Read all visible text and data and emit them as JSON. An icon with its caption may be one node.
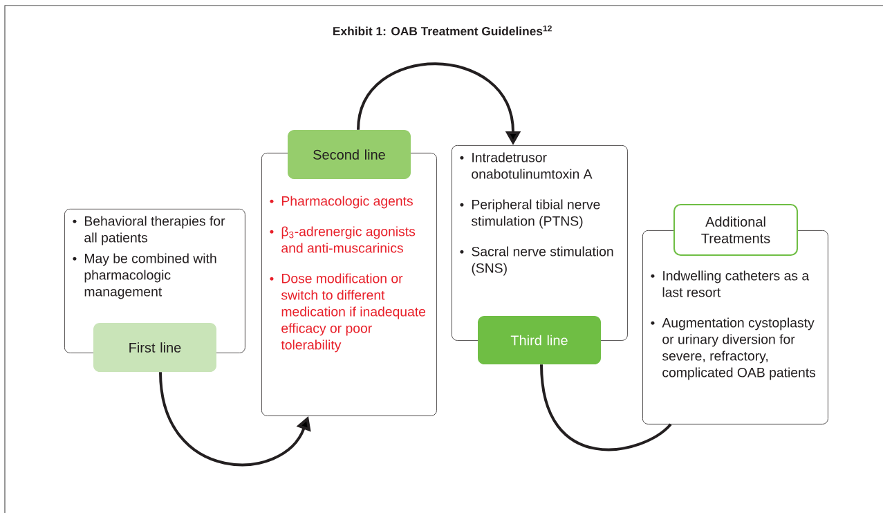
{
  "diagram": {
    "title": "Exhibit 1: OAB Treatment Guidelines$^{12}$",
    "nodes": [
      {
        "text": [
          "Behavioral therapies for all patients",
          "May be combined with pharmacologic management"
        ]
      },
      {
        "text": [
          "First line"
        ]
      },
      {
        "text": [
          "Second line"
        ]
      },
      {
        "text": [
          "Pharmacologic agents",
          "β$_{3}$-adrenergic agonists and anti-muscarinics",
          "Dose modification or switch to different medication if inadequate efficacy or poor tolerability"
        ]
      },
      {
        "text": [
          "Intradetrusor onabotulinumtoxin A",
          "Peripheral tibial nerve stimulation (PTNS)",
          "Sacral nerve stimulation (SNS)"
        ]
      },
      {
        "text": [
          "Third line"
        ]
      },
      {
        "text": [
          "Additional Treatments"
        ]
      },
      {
        "text": [
          "Indwelling catheters as a last resort",
          "Augmentation cystoplasty or urinary diversion for severe, refractory, complicated OAB patients"
        ]
      }
    ],
    "edges": [
      {
        "from": 1,
        "to": 3,
        "arrow": "to"
      },
      {
        "from": 2,
        "to": 4,
        "arrow": "to"
      },
      {
        "from": 5,
        "to": 7,
        "arrow": "none"
      }
    ]
  }
}
